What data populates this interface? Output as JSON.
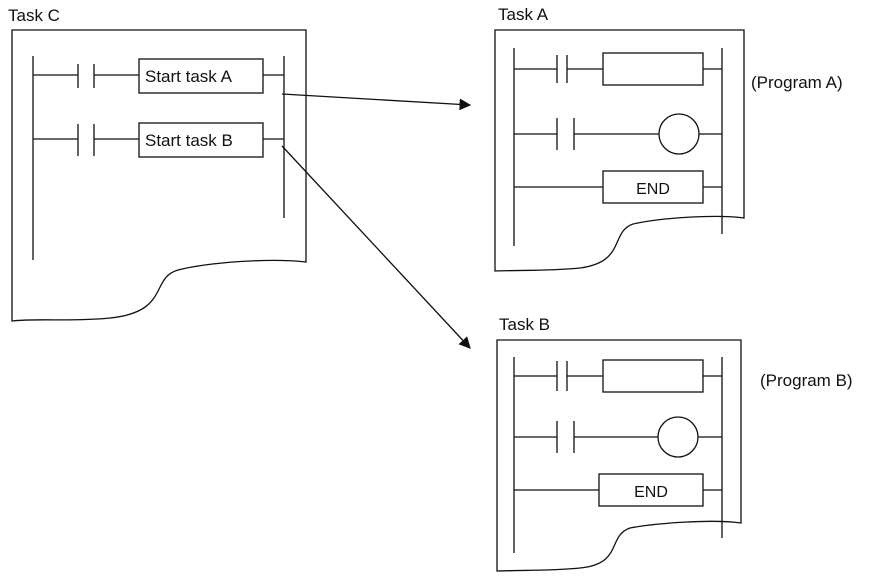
{
  "task_c": {
    "title": "Task C",
    "instructions": [
      "Start task A",
      "Start task B"
    ]
  },
  "task_a": {
    "title": "Task A",
    "program_label": "(Program A)",
    "end_label": "END"
  },
  "task_b": {
    "title": "Task B",
    "program_label": "(Program B)",
    "end_label": "END"
  }
}
